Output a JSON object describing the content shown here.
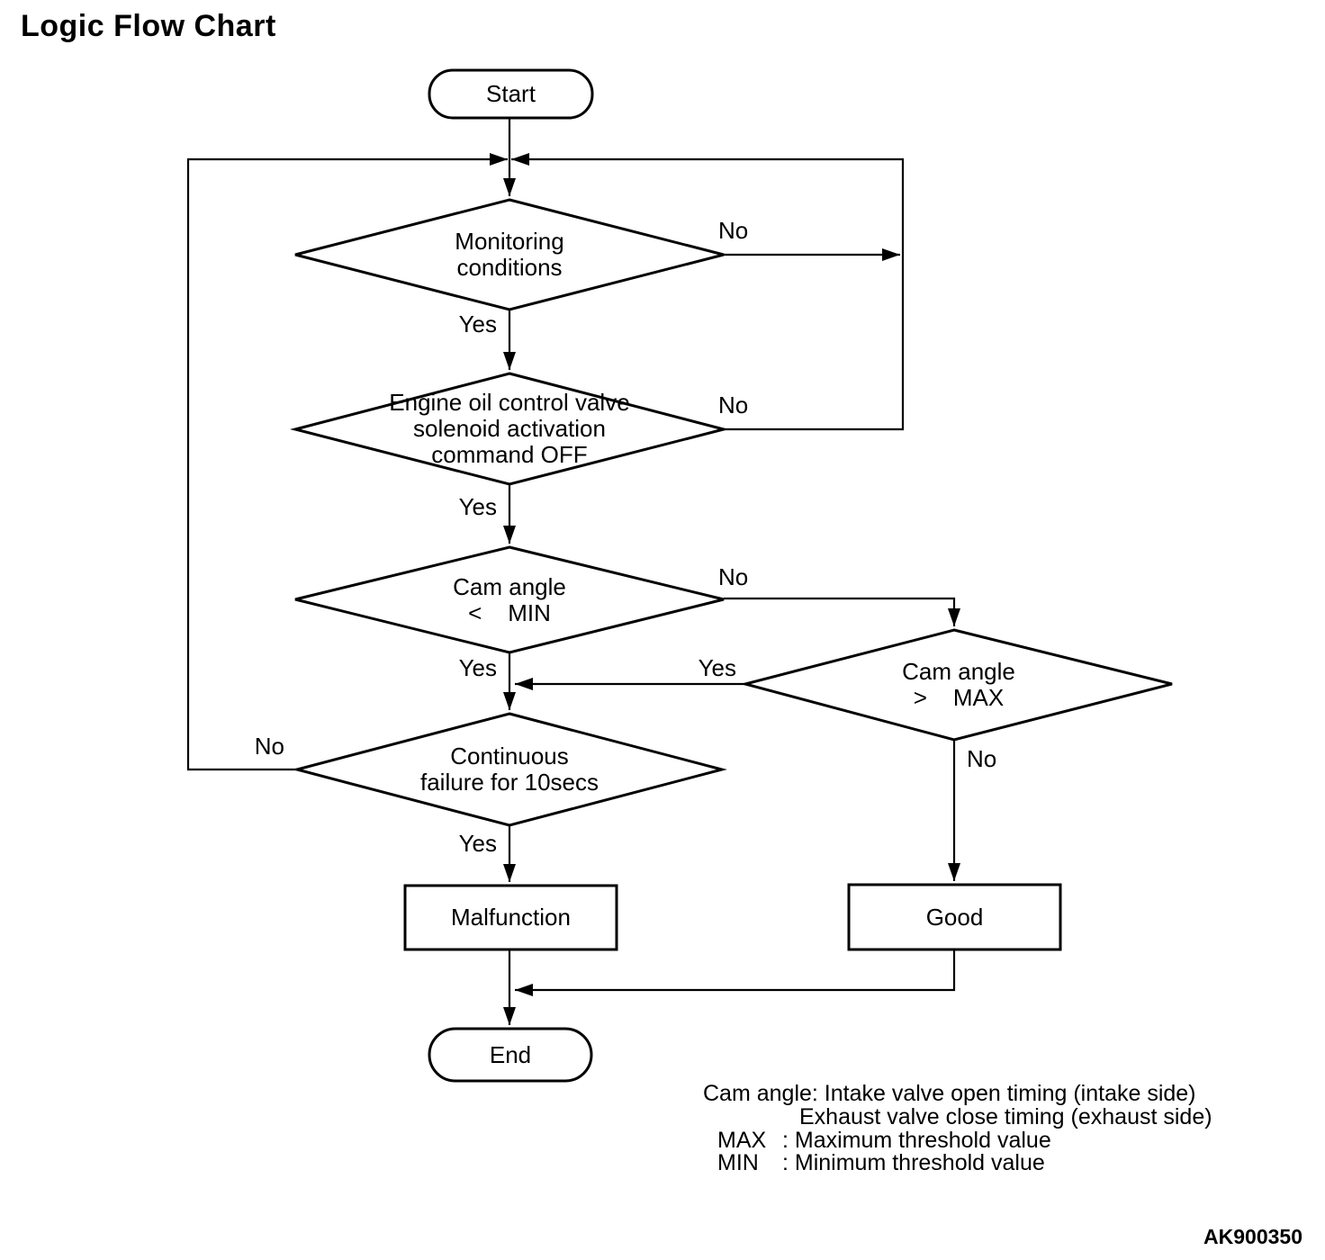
{
  "title": "Logic Flow Chart",
  "figure_code": "AK900350",
  "colors": {
    "line": "#000000",
    "background": "#ffffff",
    "text": "#000000"
  },
  "nodes": {
    "start": {
      "type": "terminator",
      "label": "Start"
    },
    "d1": {
      "type": "decision",
      "label": "Monitoring\nconditions"
    },
    "d2": {
      "type": "decision",
      "label": "Engine oil control valve\nsolenoid activation\ncommand OFF"
    },
    "d3": {
      "type": "decision",
      "label": "Cam angle\n<    MIN"
    },
    "d4": {
      "type": "decision",
      "label": "Cam angle\n>    MAX"
    },
    "d5": {
      "type": "decision",
      "label": "Continuous\nfailure for 10secs"
    },
    "malfunction": {
      "type": "process",
      "label": "Malfunction"
    },
    "good": {
      "type": "process",
      "label": "Good"
    },
    "end": {
      "type": "terminator",
      "label": "End"
    }
  },
  "edges": [
    {
      "from": "start",
      "to": "d1",
      "label": ""
    },
    {
      "from": "d1",
      "to": "d2",
      "label": "Yes"
    },
    {
      "from": "d1",
      "to": "right-feedback",
      "label": "No"
    },
    {
      "from": "d2",
      "to": "d3",
      "label": "Yes"
    },
    {
      "from": "d2",
      "to": "right-feedback",
      "label": "No"
    },
    {
      "from": "d3",
      "to": "d5",
      "label": "Yes"
    },
    {
      "from": "d3",
      "to": "d4",
      "label": "No"
    },
    {
      "from": "d4",
      "to": "d5",
      "label": "Yes"
    },
    {
      "from": "d4",
      "to": "good",
      "label": "No"
    },
    {
      "from": "d5",
      "to": "malfunction",
      "label": "Yes"
    },
    {
      "from": "d5",
      "to": "left-feedback",
      "label": "No"
    },
    {
      "from": "malfunction",
      "to": "end",
      "label": ""
    },
    {
      "from": "good",
      "to": "end",
      "label": ""
    }
  ],
  "legend": {
    "line1": "Cam angle: Intake valve open timing (intake side)",
    "line2": "Exhaust valve close timing (exhaust side)",
    "line3_term": "MAX",
    "line3_desc": ": Maximum threshold value",
    "line4_term": "MIN",
    "line4_desc": ": Minimum threshold value"
  }
}
